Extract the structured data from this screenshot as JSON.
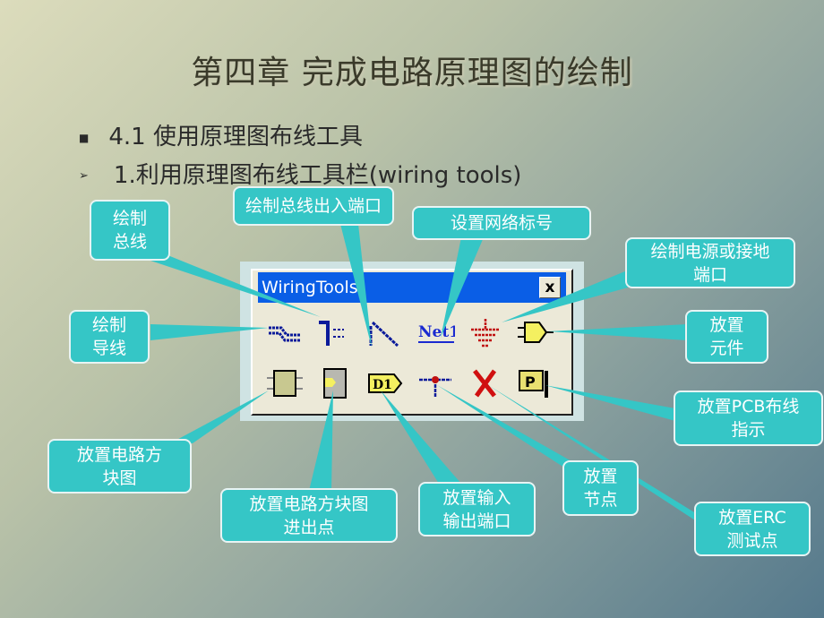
{
  "title": "第四章  完成电路原理图的绘制",
  "bullets": [
    {
      "marker": "■",
      "text": "4.1  使用原理图布线工具"
    },
    {
      "marker": "➢",
      "text": "1.利用原理图布线工具栏(wiring tools)"
    }
  ],
  "toolbar": {
    "title": "WiringTools",
    "close": "x",
    "net_label": "Net1",
    "port_label": "D1",
    "pcb_label": "P"
  },
  "callouts": {
    "bus": [
      "绘制",
      "总线"
    ],
    "bus_entry": [
      "绘制总线出入端口"
    ],
    "net_label": [
      "设置网络标号"
    ],
    "power": [
      "绘制电源或接地",
      "端口"
    ],
    "wire": [
      "绘制",
      "导线"
    ],
    "part": [
      "放置",
      "元件"
    ],
    "pcb": [
      "放置PCB布线",
      "指示"
    ],
    "sheet": [
      "放置电路方",
      "块图"
    ],
    "sheet_entry": [
      "放置电路方块图",
      "进出点"
    ],
    "port": [
      "放置输入",
      "输出端口"
    ],
    "junction": [
      "放置",
      "节点"
    ],
    "erc": [
      "放置ERC",
      "测试点"
    ]
  },
  "colors": {
    "callout": "#35c6c6",
    "titlebar": "#0a5ee6"
  }
}
